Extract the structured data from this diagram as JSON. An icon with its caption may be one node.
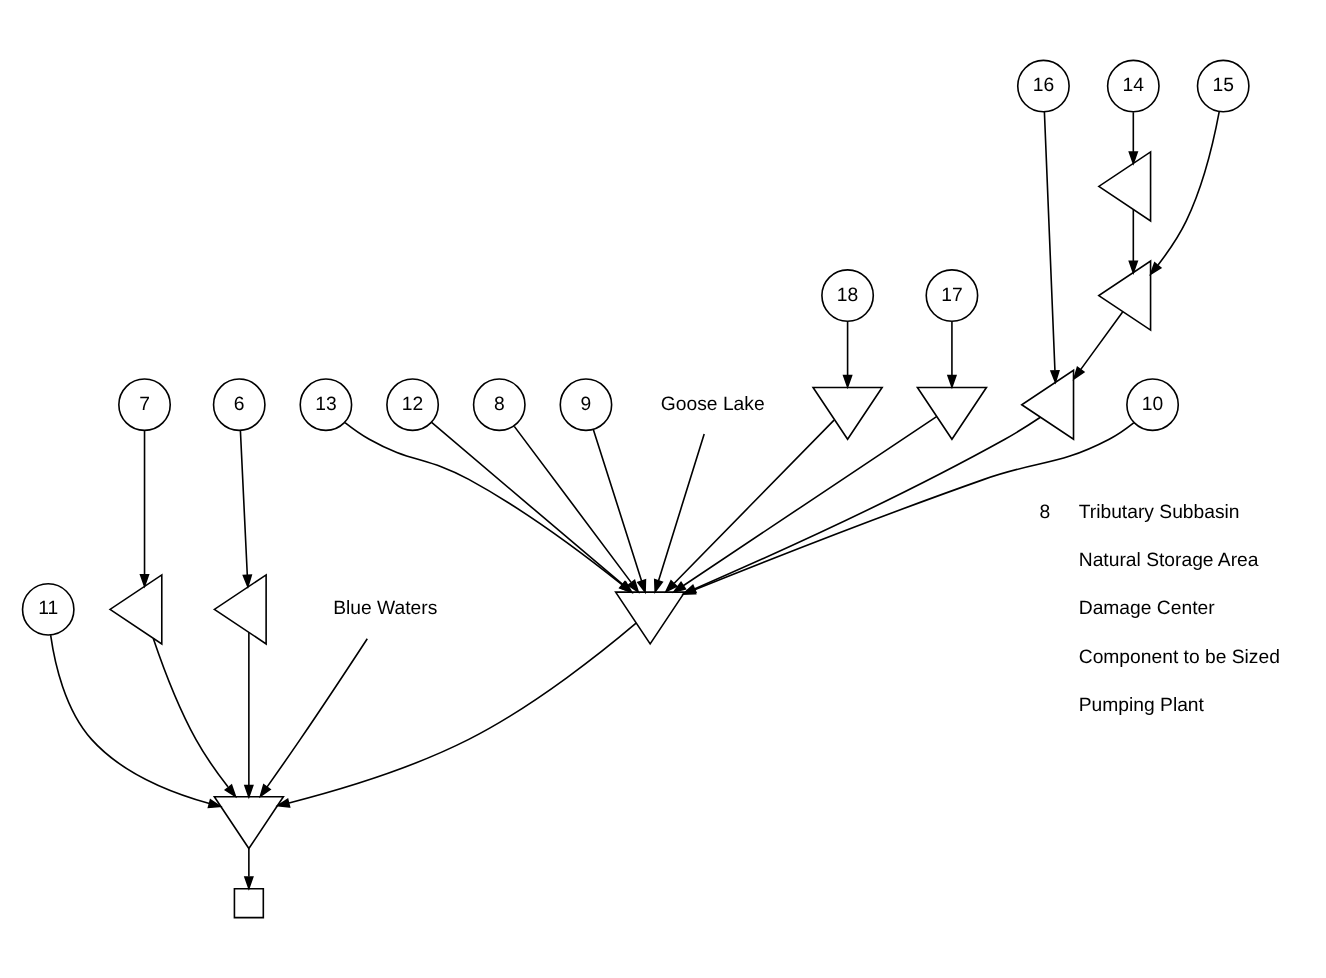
{
  "diagram": {
    "nodes": [
      {
        "text": [
          "18"
        ]
      },
      {
        "text": [
          "17"
        ]
      },
      {
        "text": [],
        "shape": "triangle"
      },
      {
        "text": [],
        "shape": "triangle"
      },
      {
        "text": [
          "16"
        ]
      },
      {
        "text": [
          "15"
        ]
      },
      {
        "text": [],
        "shape": "triangle"
      },
      {
        "text": [],
        "shape": "triangle"
      },
      {
        "text": [],
        "shape": "triangle"
      },
      {
        "text": [
          "14"
        ]
      },
      {
        "text": [
          "13"
        ]
      },
      {
        "text": [
          "12"
        ]
      },
      {
        "text": [
          "8"
        ]
      },
      {
        "text": [
          "9"
        ]
      },
      {
        "text": [
          "10"
        ]
      },
      {
        "text": [
          "Goose Lake"
        ]
      },
      {
        "text": [],
        "shape": "triangle"
      },
      {
        "text": [
          "11"
        ]
      },
      {
        "text": [],
        "shape": "triangle"
      },
      {
        "text": [
          "7"
        ]
      },
      {
        "text": [],
        "shape": "triangle"
      },
      {
        "text": [
          "6"
        ]
      },
      {
        "text": [],
        "shape": "triangle"
      },
      {
        "text": [],
        "shape": "box"
      },
      {
        "text": [
          "Blue Waters"
        ]
      }
    ],
    "edges": [
      {
        "from": 0,
        "to": 2,
        "arrow": "to"
      },
      {
        "from": 1,
        "to": 3,
        "arrow": "to"
      },
      {
        "from": 9,
        "to": 8,
        "arrow": "to"
      },
      {
        "from": 8,
        "to": 7,
        "arrow": "to"
      },
      {
        "from": 5,
        "to": 7,
        "arrow": "to"
      },
      {
        "from": 7,
        "to": 6,
        "arrow": "to"
      },
      {
        "from": 4,
        "to": 6,
        "arrow": "to"
      },
      {
        "from": 2,
        "to": 16,
        "arrow": "to"
      },
      {
        "from": 3,
        "to": 16,
        "arrow": "to"
      },
      {
        "from": 6,
        "to": 16,
        "arrow": "to"
      },
      {
        "from": 10,
        "to": 16,
        "arrow": "to"
      },
      {
        "from": 11,
        "to": 16,
        "arrow": "to"
      },
      {
        "from": 12,
        "to": 16,
        "arrow": "to"
      },
      {
        "from": 13,
        "to": 16,
        "arrow": "to"
      },
      {
        "from": 14,
        "to": 16,
        "arrow": "to"
      },
      {
        "from": 15,
        "to": 16,
        "arrow": "to"
      },
      {
        "from": 16,
        "to": 22,
        "arrow": "to"
      },
      {
        "from": 17,
        "to": 22,
        "arrow": "to"
      },
      {
        "from": 19,
        "to": 18,
        "arrow": "to"
      },
      {
        "from": 18,
        "to": 22,
        "arrow": "to"
      },
      {
        "from": 21,
        "to": 20,
        "arrow": "to"
      },
      {
        "from": 20,
        "to": 22,
        "arrow": "to"
      },
      {
        "from": 22,
        "to": 23,
        "arrow": "to"
      },
      {
        "from": 24,
        "to": 22,
        "arrow": "to"
      }
    ],
    "labels": [
      "8"
    ],
    "legend": [
      {
        "text": "Tributary Subbasin"
      },
      {
        "text": "Natural Storage Area"
      },
      {
        "text": "Damage Center"
      },
      {
        "text": "Component to be Sized"
      },
      {
        "text": "Pumping Plant"
      }
    ]
  }
}
